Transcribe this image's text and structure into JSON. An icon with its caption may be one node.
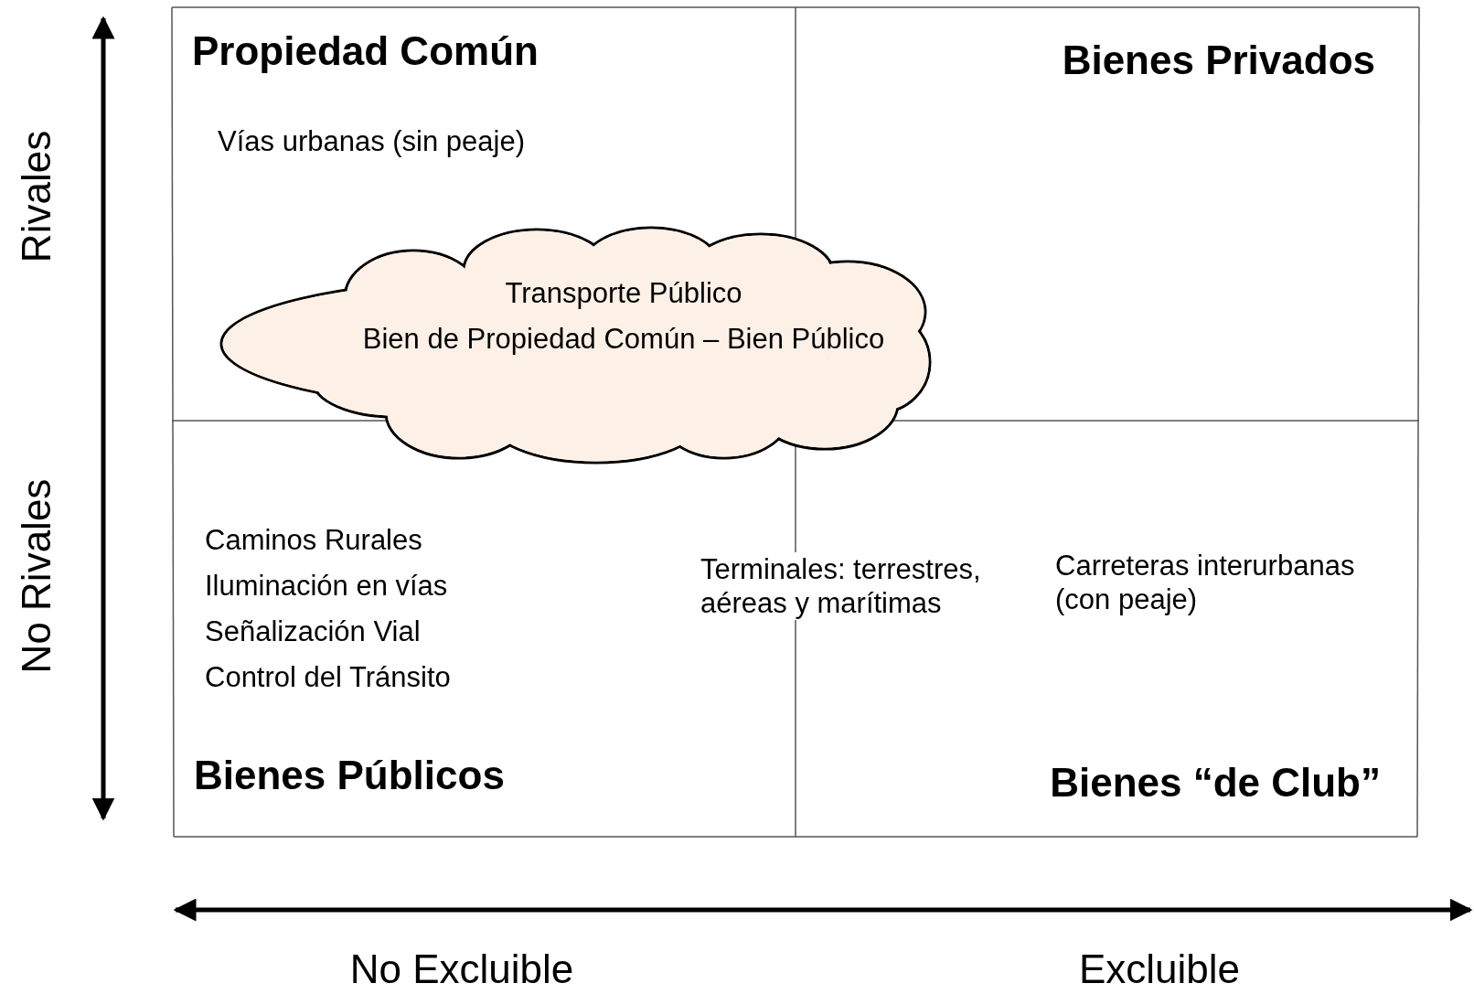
{
  "diagram": {
    "nodes": [
      {
        "text": [
          "Propiedad  Común",
          "Vías urbanas (sin peaje)"
        ]
      },
      {
        "text": [
          "Bienes Privados"
        ]
      },
      {
        "text": [
          "Caminos Rurales",
          "Iluminación en vías",
          "Señalización Vial",
          "Control del Tránsito",
          "Bienes Públicos"
        ]
      },
      {
        "text": [
          "Carreteras interurbanas (con peaje)",
          "Bienes “de Club”"
        ]
      },
      {
        "text": [
          "Transporte Público",
          "Bien de Propiedad Común – Bien Público"
        ]
      }
    ],
    "labels": [
      "Rivales",
      "No Rivales",
      "Terminales: terrestres, aéreas y marítimas",
      "No Excluible",
      "Excluible"
    ]
  }
}
